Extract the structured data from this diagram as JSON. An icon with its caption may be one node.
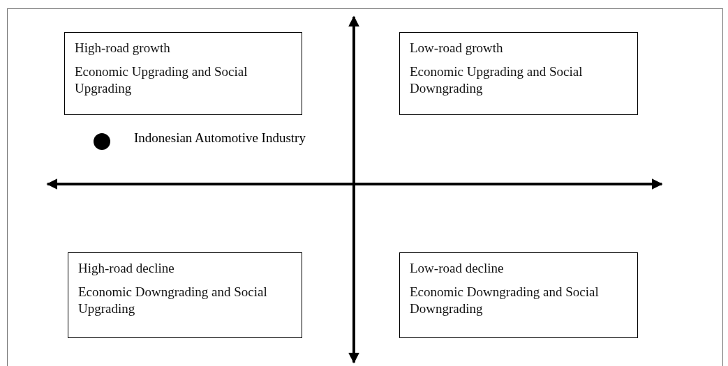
{
  "diagram": {
    "nodes": [
      {
        "text": [
          "High-road growth",
          "Economic Upgrading and Social Upgrading"
        ]
      },
      {
        "text": [
          "Low-road growth",
          "Economic Upgrading and Social Downgrading"
        ]
      },
      {
        "text": [
          "High-road decline",
          "Economic Downgrading and Social Upgrading"
        ]
      },
      {
        "text": [
          "Low-road decline",
          "Economic Downgrading and Social Downgrading"
        ]
      }
    ],
    "labels": [
      "Indonesian Automotive Industry"
    ]
  }
}
